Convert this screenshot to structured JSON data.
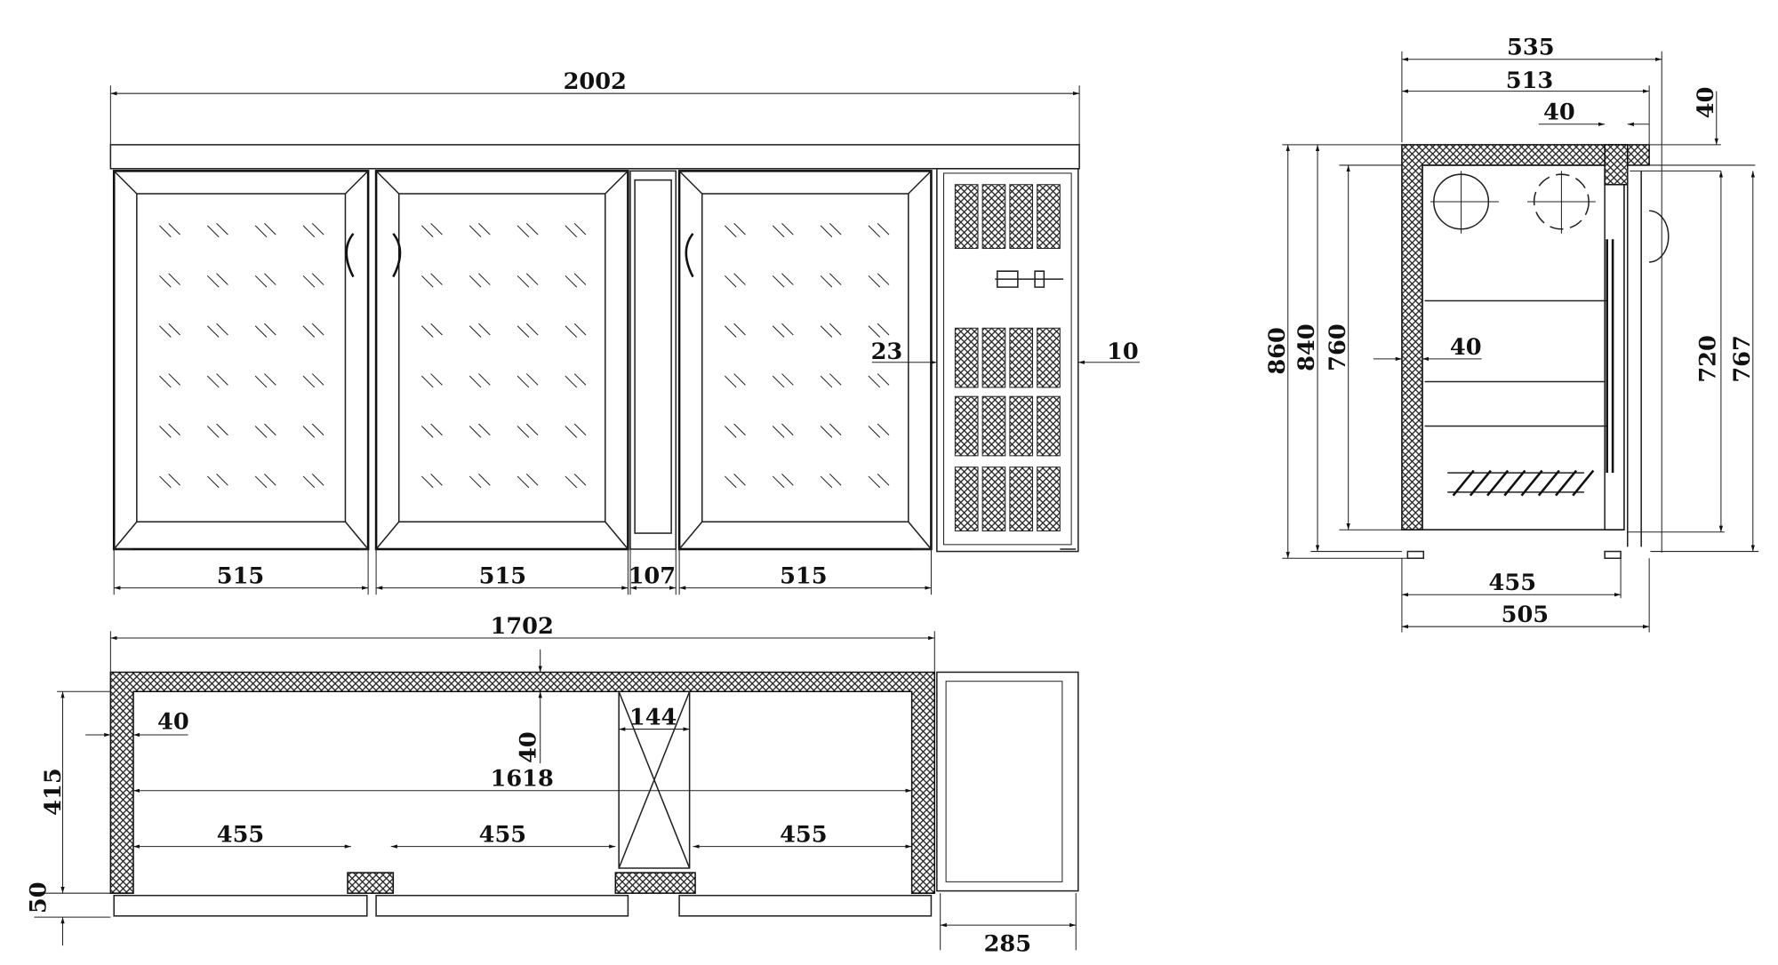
{
  "front_view": {
    "overall_width": "2002",
    "door_widths": [
      "515",
      "515",
      "515"
    ],
    "middle_panel_width": "107",
    "left_offset": "23",
    "right_offset": "10"
  },
  "plan_view": {
    "overall_width": "1702",
    "inner_width": "1618",
    "wall_thickness_side": "40",
    "wall_thickness_back": "40",
    "compartment_widths": [
      "455",
      "455",
      "455"
    ],
    "center_gap": "144",
    "depth": "415",
    "foot_height": "50",
    "unit_depth": "285"
  },
  "side_view": {
    "depth_overall": "535",
    "depth_body": "513",
    "top_offset": "40",
    "top_thickness": "40",
    "height_overall": "860",
    "height_body": "840",
    "height_inner": "760",
    "wall_thickness": "40",
    "door_height": "720",
    "door_height_overall": "767",
    "inner_depth": "455",
    "depth_base": "505"
  }
}
